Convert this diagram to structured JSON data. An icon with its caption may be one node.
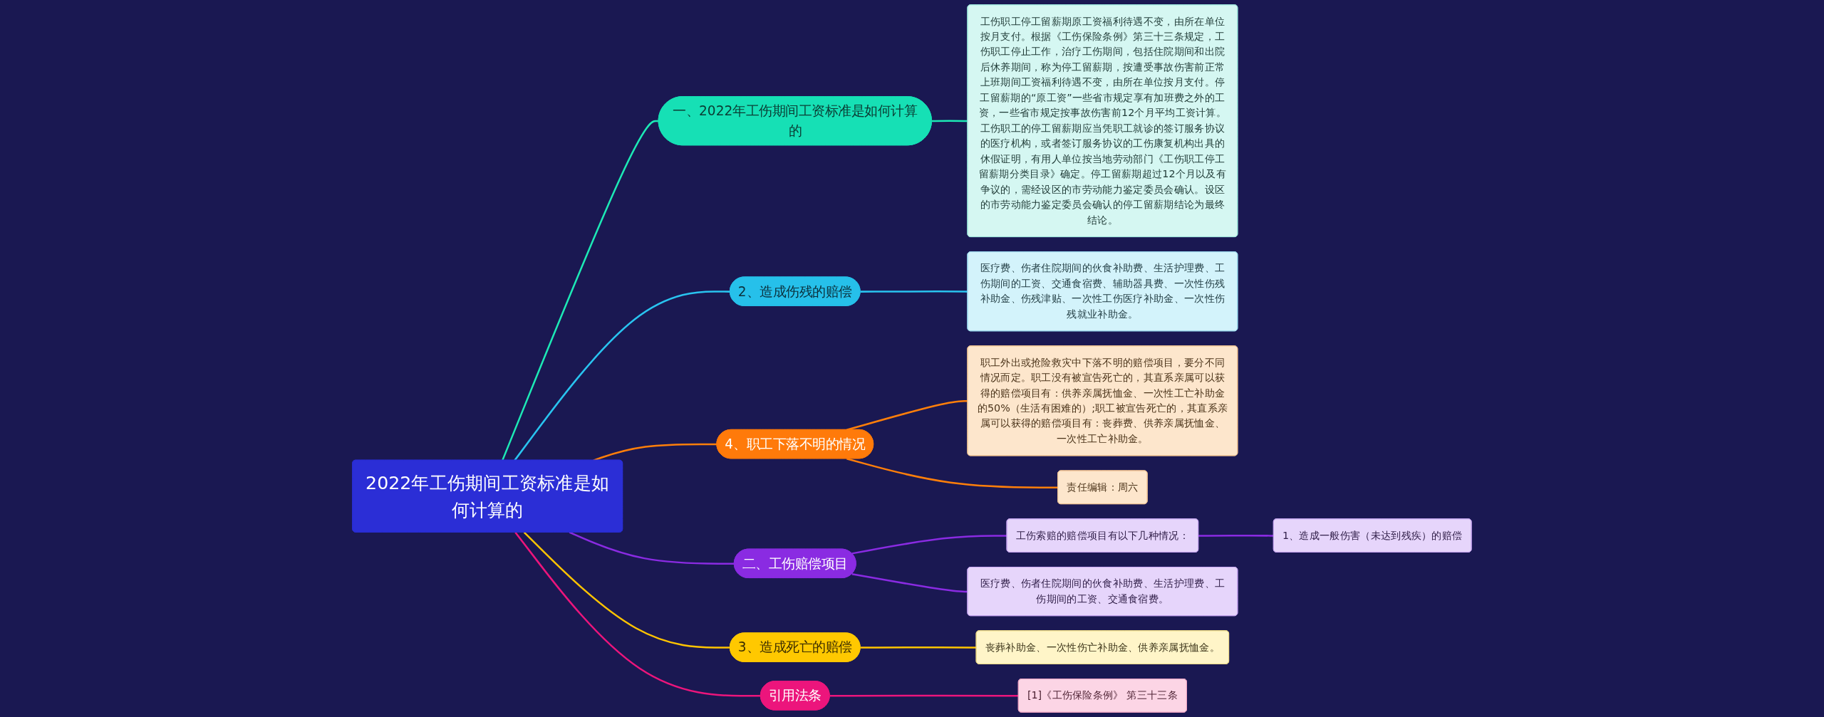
{
  "diagram": {
    "nodes": [
      {
        "text": [
          "2022年工伤期间工资标准是如何计算的"
        ]
      },
      {
        "text": [
          "一、2022年工伤期间工资标准是如何计算的"
        ]
      },
      {
        "text": [
          "工伤职工停工留薪期原工资福利待遇不变，由所在单位按月支付。根据《工伤保险条例》第三十三条规定，工伤职工停止工作，治疗工伤期间，包括住院期间和出院后休养期间，称为停工留薪期，按遭受事故伤害前正常上班期间工资福利待遇不变，由所在单位按月支付。停工留薪期的“原工资”一些省市规定享有加班费之外的工资，一些省市规定按事故伤害前12个月平均工资计算。工伤职工的停工留薪期应当凭职工就诊的签订服务协议的医疗机构，或者签订服务协议的工伤康复机构出具的休假证明，有用人单位按当地劳动部门《工伤职工停工留薪期分类目录》确定。停工留薪期超过12个月以及有争议的，需经设区的市劳动能力鉴定委员会确认。设区的市劳动能力鉴定委员会确认的停工留薪期结论为最终结论。"
        ]
      },
      {
        "text": [
          "2、造成伤残的赔偿"
        ]
      },
      {
        "text": [
          "医疗费、伤者住院期间的伙食补助费、生活护理费、工伤期间的工资、交通食宿费、辅助器具费、一次性伤残补助金、伤残津贴、一次性工伤医疗补助金、一次性伤残就业补助金。"
        ]
      },
      {
        "text": [
          "4、职工下落不明的情况"
        ]
      },
      {
        "text": [
          "职工外出或抢险救灾中下落不明的赔偿项目，要分不同情况而定。职工没有被宣告死亡的，其直系亲属可以获得的赔偿项目有：供养亲属抚恤金、一次性工亡补助金的50%（生活有困难的）;职工被宣告死亡的，其直系亲属可以获得的赔偿项目有：丧葬费、供养亲属抚恤金、一次性工亡补助金。"
        ]
      },
      {
        "text": [
          "责任编辑：周六"
        ]
      },
      {
        "text": [
          "二、工伤赔偿项目"
        ]
      },
      {
        "text": [
          "工伤索赔的赔偿项目有以下几种情况："
        ]
      },
      {
        "text": [
          "1、造成一般伤害（未达到残疾）的赔偿"
        ]
      },
      {
        "text": [
          "医疗费、伤者住院期间的伙食补助费、生活护理费、工伤期间的工资、交通食宿费。"
        ]
      },
      {
        "text": [
          "3、造成死亡的赔偿"
        ]
      },
      {
        "text": [
          "丧葬补助金、一次性伤亡补助金、供养亲属抚恤金。"
        ]
      },
      {
        "text": [
          "引用法条"
        ]
      },
      {
        "text": [
          "[1]《工伤保险条例》 第三十三条"
        ]
      }
    ],
    "edges": [
      {
        "from": 0,
        "to": 1,
        "arrow": "none",
        "color": "#1de9b6"
      },
      {
        "from": 1,
        "to": 2,
        "arrow": "none",
        "color": "#1de9b6"
      },
      {
        "from": 0,
        "to": 3,
        "arrow": "none",
        "color": "#29c4f0"
      },
      {
        "from": 3,
        "to": 4,
        "arrow": "none",
        "color": "#29c4f0"
      },
      {
        "from": 0,
        "to": 5,
        "arrow": "none",
        "color": "#ff7f0a"
      },
      {
        "from": 5,
        "to": 6,
        "arrow": "none",
        "color": "#ff7f0a"
      },
      {
        "from": 5,
        "to": 7,
        "arrow": "none",
        "color": "#ff7f0a"
      },
      {
        "from": 0,
        "to": 8,
        "arrow": "none",
        "color": "#8a2be2"
      },
      {
        "from": 8,
        "to": 9,
        "arrow": "none",
        "color": "#8a2be2"
      },
      {
        "from": 9,
        "to": 10,
        "arrow": "none",
        "color": "#8a2be2"
      },
      {
        "from": 8,
        "to": 11,
        "arrow": "none",
        "color": "#8a2be2"
      },
      {
        "from": 0,
        "to": 12,
        "arrow": "none",
        "color": "#ffc400"
      },
      {
        "from": 12,
        "to": 13,
        "arrow": "none",
        "color": "#ffc400"
      },
      {
        "from": 0,
        "to": 14,
        "arrow": "none",
        "color": "#ec157c"
      },
      {
        "from": 14,
        "to": 15,
        "arrow": "none",
        "color": "#ec157c"
      }
    ]
  }
}
